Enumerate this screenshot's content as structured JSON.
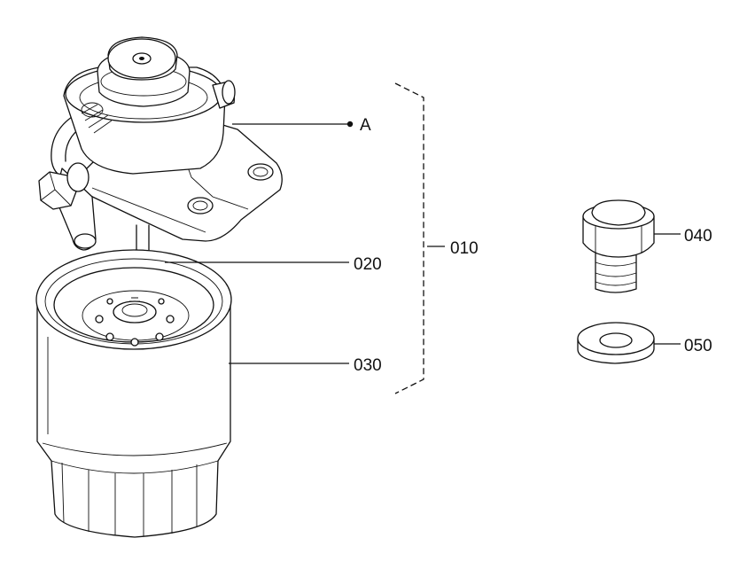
{
  "callouts": {
    "ref_a": "A",
    "assembly": "010",
    "seal_ring": "020",
    "filter_cartridge": "030",
    "bolt": "040",
    "washer": "050"
  }
}
